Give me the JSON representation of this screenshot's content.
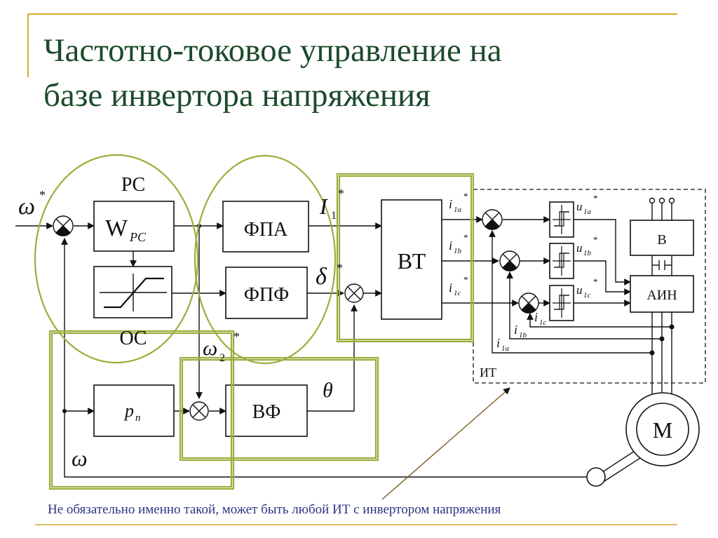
{
  "slide": {
    "title_line1": "Частотно-токовое управление на",
    "title_line2": "базе инвертора напряжения",
    "note": "Не обязательно именно такой, может быть любой ИТ с инвертором напряжения"
  },
  "blocks": {
    "wpc_main": "W",
    "wpc_sub": "PC",
    "fpa": "ФПА",
    "fpf": "ФПФ",
    "pn_main": "p",
    "pn_sub": "n",
    "vf": "ВФ",
    "vt": "ВТ",
    "b": "В",
    "ain": "АИН",
    "motor": "M"
  },
  "labels": {
    "pc": "PC",
    "oc": "OC",
    "omega_star": "ω",
    "star": "*",
    "omega": "ω",
    "i1": "I",
    "i1_sub": "1",
    "delta": "δ",
    "omega2": "ω",
    "omega2_sub": "2",
    "theta": "θ",
    "it": "ИТ",
    "i": "i",
    "i1a_sub": "1a",
    "i1b_sub": "1b",
    "i1c_sub": "1c",
    "u": "u",
    "u1a_sub": "1a",
    "u1b_sub": "1b",
    "u1c_sub": "1c"
  },
  "colors": {
    "title": "#1c4a2a",
    "highlight": "#9aae3c",
    "frame_accent": "#d9a82d",
    "note": "#2b3580",
    "line": "#111111"
  }
}
